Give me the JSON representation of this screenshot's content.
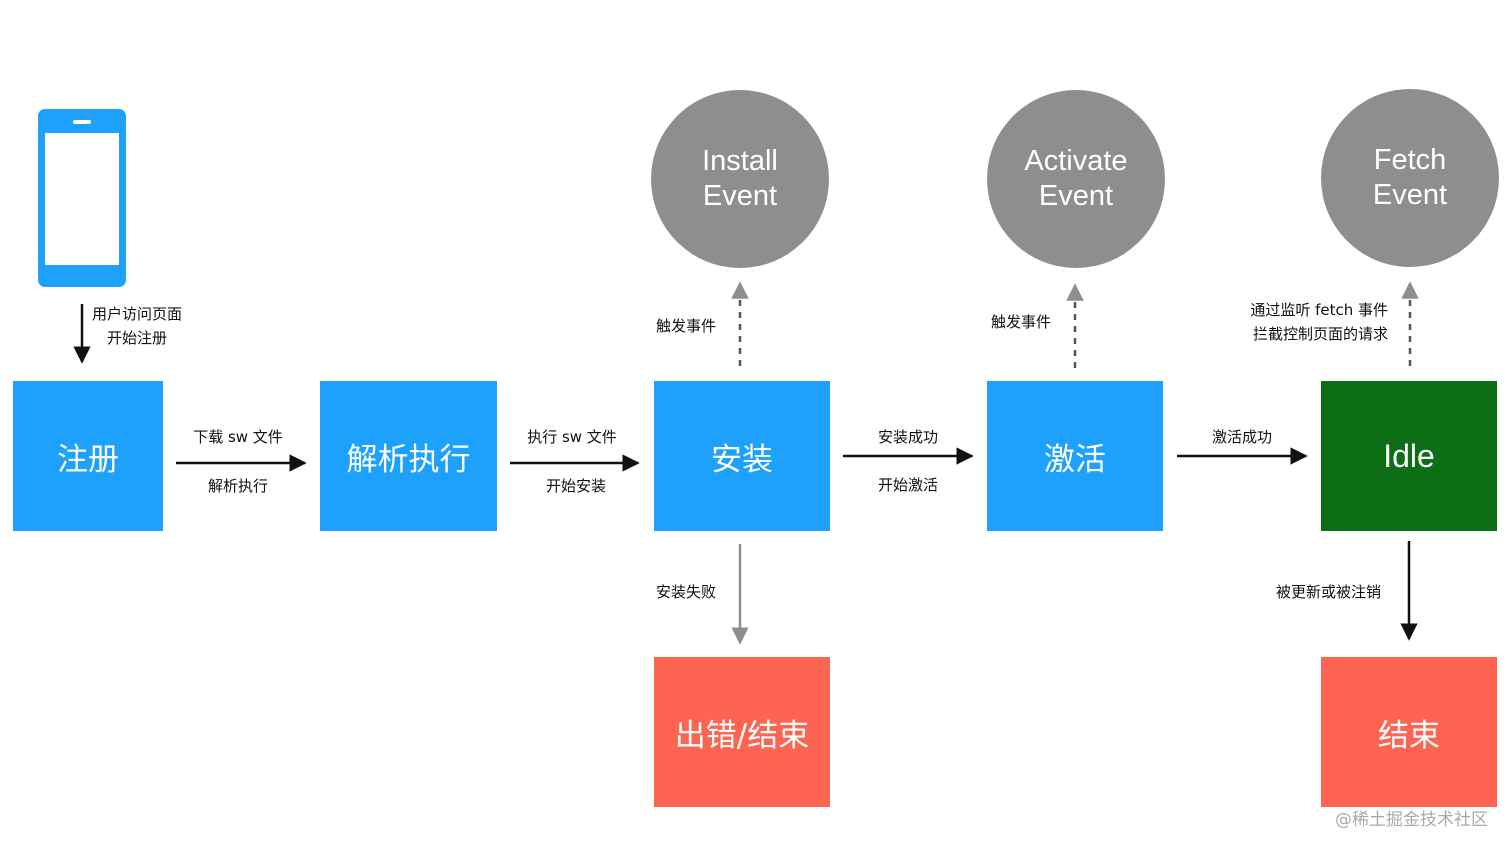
{
  "nodes": {
    "register": "注册",
    "parse": "解析执行",
    "install": "安装",
    "activate": "激活",
    "idle": "Idle",
    "error": "出错/结束",
    "end": "结束"
  },
  "events": {
    "install": [
      "Install",
      "Event"
    ],
    "activate": [
      "Activate",
      "Event"
    ],
    "fetch": [
      "Fetch",
      "Event"
    ]
  },
  "edges": {
    "visit_line1": "用户访问页面",
    "visit_line2": "开始注册",
    "download_top": "下载  sw 文件",
    "download_bottom": "解析执行",
    "exec_top": "执行 sw 文件",
    "exec_bottom": "开始安装",
    "install_ok_top": "安装成功",
    "install_ok_bottom": "开始激活",
    "activate_ok": "激活成功",
    "trigger_install": "触发事件",
    "trigger_activate": "触发事件",
    "fetch_line1": "通过监听 fetch 事件",
    "fetch_line2": "拦截控制页面的请求",
    "install_fail": "安装失败",
    "updated": "被更新或被注销"
  },
  "watermark": "@稀土掘金技术社区",
  "colors": {
    "blue": "#1ea1fb",
    "green": "#0c6e15",
    "red": "#fd6552",
    "gray_circle": "#8e8e8e",
    "phone": "#1ea1fb"
  }
}
